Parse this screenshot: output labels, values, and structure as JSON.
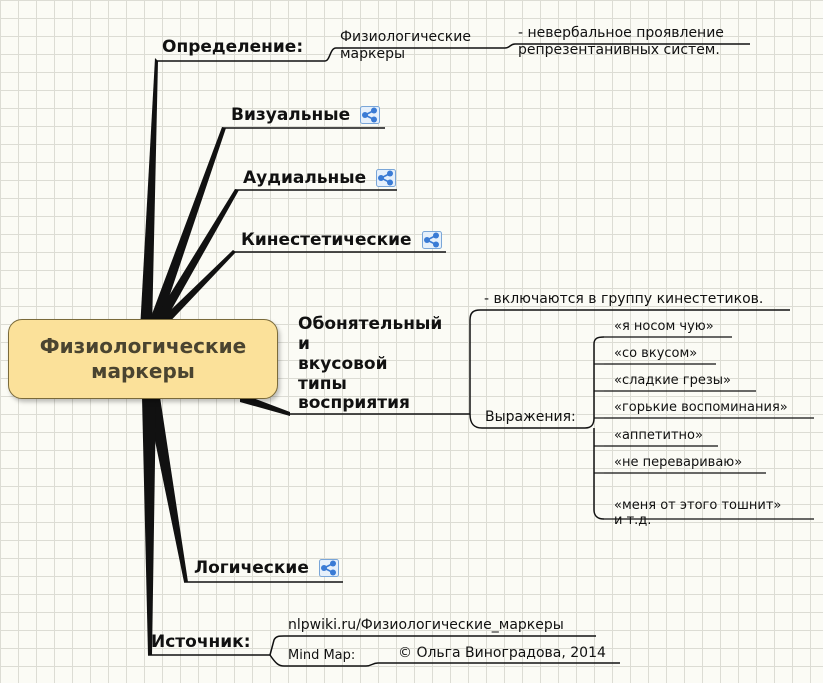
{
  "central": {
    "title": "Физиологические\nмаркеры"
  },
  "topics": {
    "definition": {
      "label": "Определение:",
      "sub_label": "Физиологические\nмаркеры",
      "note": "- невербальное проявление\nрепрезентанивных систем."
    },
    "visual": {
      "label": "Визуальные",
      "icon": "hyperlink-icon"
    },
    "audial": {
      "label": "Аудиальные",
      "icon": "hyperlink-icon"
    },
    "kinesthetic": {
      "label": "Кинестетические",
      "icon": "hyperlink-icon"
    },
    "olfactory": {
      "label": "Обонятельный\nи\nвкусовой\nтипы\nвосприятия",
      "note": "- включаются в группу кинестетиков.",
      "expressions_label": "Выражения:",
      "expressions": [
        "«я носом чую»",
        "«со вкусом»",
        "«сладкие грезы»",
        "«горькие воспоминания»",
        "«аппетитно»",
        "«не перевариваю»",
        "«меня от этого тошнит»\nи т.д."
      ]
    },
    "logical": {
      "label": "Логические",
      "icon": "hyperlink-icon"
    },
    "source": {
      "label": "Источник:",
      "url": "nlpwiki.ru/Физиологические_маркеры",
      "mindmap_label": "Mind Map:",
      "copyright": "© Ольга Виноградова, 2014"
    }
  },
  "colors": {
    "central_fill": "#fbe19a",
    "central_border": "#7a6a3a",
    "branch": "#111111",
    "icon": "#3a7bd5"
  }
}
